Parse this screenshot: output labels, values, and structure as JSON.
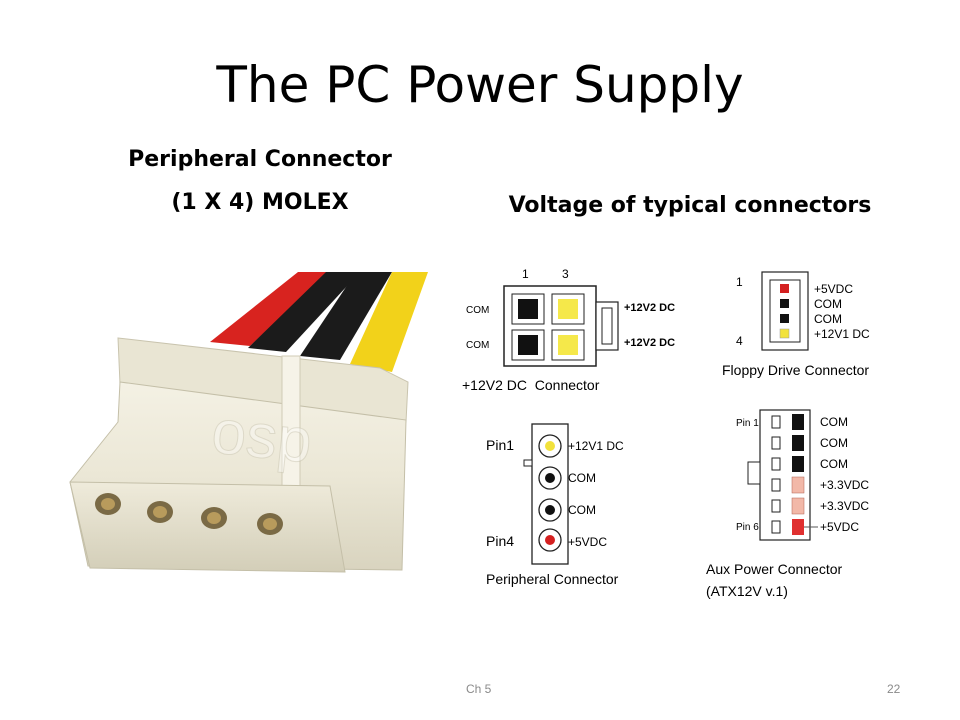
{
  "slide": {
    "title": "The PC Power Supply",
    "subtitle_left_line1": "Peripheral Connector",
    "subtitle_left_line2": "(1 X 4) MOLEX",
    "subtitle_right": "Voltage of typical connectors",
    "footer_chapter": "Ch 5",
    "page_number": "22"
  },
  "photo": {
    "watermark": "osp",
    "wire_colors": [
      "#d8231f",
      "#1a1a1a",
      "#1a1a1a",
      "#f2d21a"
    ]
  },
  "diagrams": {
    "connector_12v2": {
      "pin1": "1",
      "pin3": "3",
      "com_top": "COM",
      "com_bottom": "COM",
      "v_top": "+12V2 DC",
      "v_bottom": "+12V2 DC",
      "caption": "+12V2 DC  Connector"
    },
    "floppy": {
      "pin_first": "1",
      "pin_last": "4",
      "labels": [
        "+5VDC",
        "COM",
        "COM",
        "+12V1 DC"
      ],
      "caption": "Floppy Drive Connector"
    },
    "peripheral": {
      "pin_first": "Pin1",
      "pin_last": "Pin4",
      "labels": [
        "+12V1 DC",
        "COM",
        "COM",
        "+5VDC"
      ],
      "caption": "Peripheral Connector"
    },
    "aux": {
      "pin_first": "Pin 1",
      "pin_last": "Pin 6",
      "labels": [
        "COM",
        "COM",
        "COM",
        "+3.3VDC",
        "+3.3VDC",
        "+5VDC"
      ],
      "caption_line1": "Aux Power Connector",
      "caption_line2": "(ATX12V v.1)"
    }
  }
}
